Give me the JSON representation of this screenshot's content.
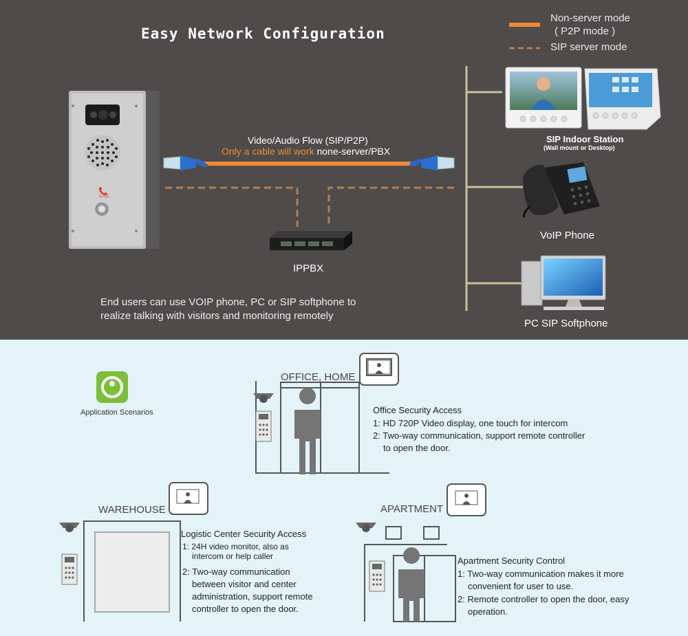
{
  "top": {
    "title": "Easy Network Configuration",
    "legend": {
      "solid_line_1": "Non-server mode",
      "solid_line_2": "( P2P mode )",
      "dashed_line": "SIP server mode",
      "solid_color": "#f08a37",
      "dashed_color": "#b57c4f"
    },
    "cable_label_1": "Video/Audio Flow (SIP/P2P)",
    "cable_label_2a": "Only a cable will work",
    "cable_label_2b": "none-server/PBX",
    "ippbx_label": "IPPBX",
    "call_label": "CALL",
    "description_1": "End users can use VOIP phone, PC or SIP softphone to",
    "description_2": "realize talking with visitors and monitoring remotely",
    "devices": {
      "indoor_station_title": "SIP Indoor Station",
      "indoor_station_sub": "(Wall mount or Desktop)",
      "voip_phone": "VoIP Phone",
      "pc_softphone": "PC SIP Softphone"
    }
  },
  "bottom": {
    "app_scenarios_label": "Application Scenarios",
    "office": {
      "heading": "OFFICE, HOME",
      "title": "Office Security Access",
      "item1": "1: HD 720P Video display, one touch for intercom",
      "item2a": "2: Two-way communication, support remote controller",
      "item2b": "to open the door."
    },
    "warehouse": {
      "heading": "WAREHOUSE",
      "title": "Logistic Center Security Access",
      "item1a": "1: 24H video monitor, also as",
      "item1b": "intercom or help caller",
      "item2a": "2: Two-way communication",
      "item2b": "between visitor and center",
      "item2c": "administration, support remote",
      "item2d": "controller to open the door."
    },
    "apartment": {
      "heading": "APARTMENT",
      "title": "Apartment Security Control",
      "item1a": "1: Two-way communication makes it more",
      "item1b": "convenient for user to use.",
      "item2a": "2: Remote controller to open the door, easy",
      "item2b": "operation."
    }
  }
}
